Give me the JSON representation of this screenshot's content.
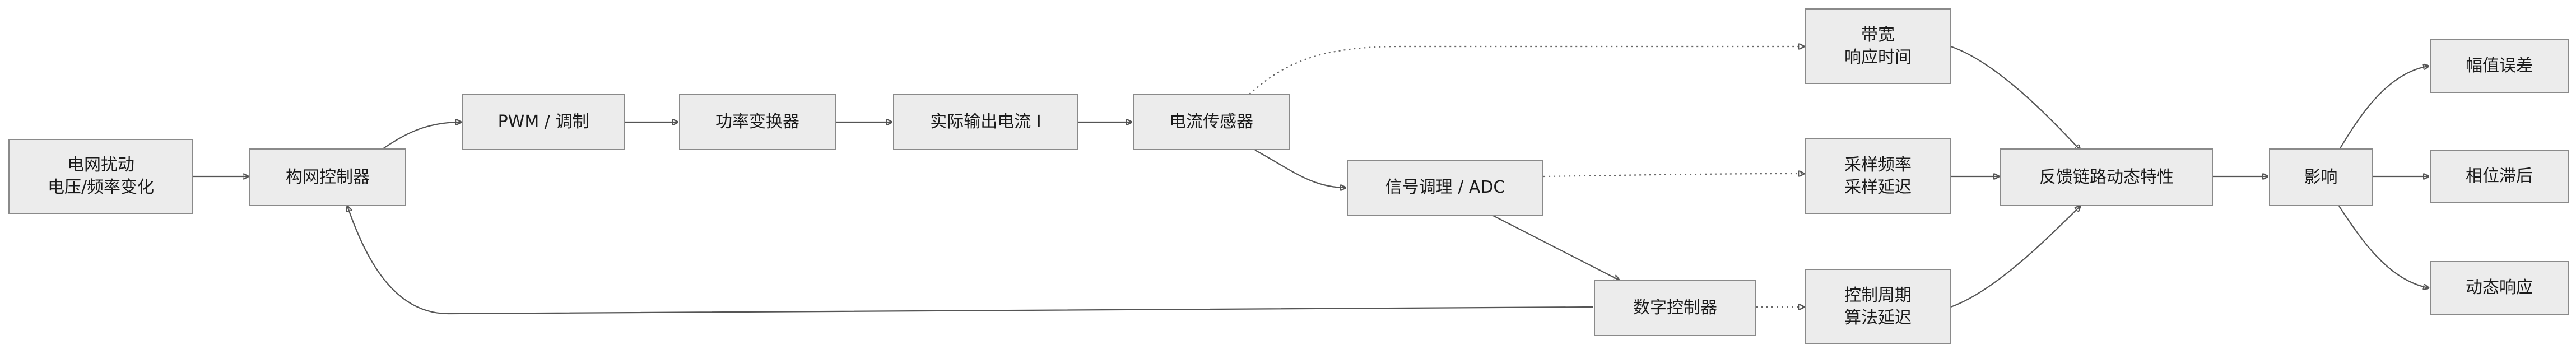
{
  "nodes": {
    "grid": "电网扰动\n电压/频率变化",
    "ctrl": "构网控制器",
    "pwm": "PWM / 调制",
    "conv": "功率变换器",
    "out": "实际输出电流 I",
    "sensor": "电流传感器",
    "sig": "信号调理 / ADC",
    "dig": "数字控制器",
    "bw": "带宽\n响应时间",
    "samp": "采样频率\n采样延迟",
    "period": "控制周期\n算法延迟",
    "feedback": "反馈链路动态特性",
    "impact": "影响",
    "amp": "幅值误差",
    "phase": "相位滞后",
    "dyn": "动态响应"
  },
  "colors": {
    "node_fill": "#ececec",
    "node_border": "#8a8a8a",
    "edge": "#555555"
  }
}
